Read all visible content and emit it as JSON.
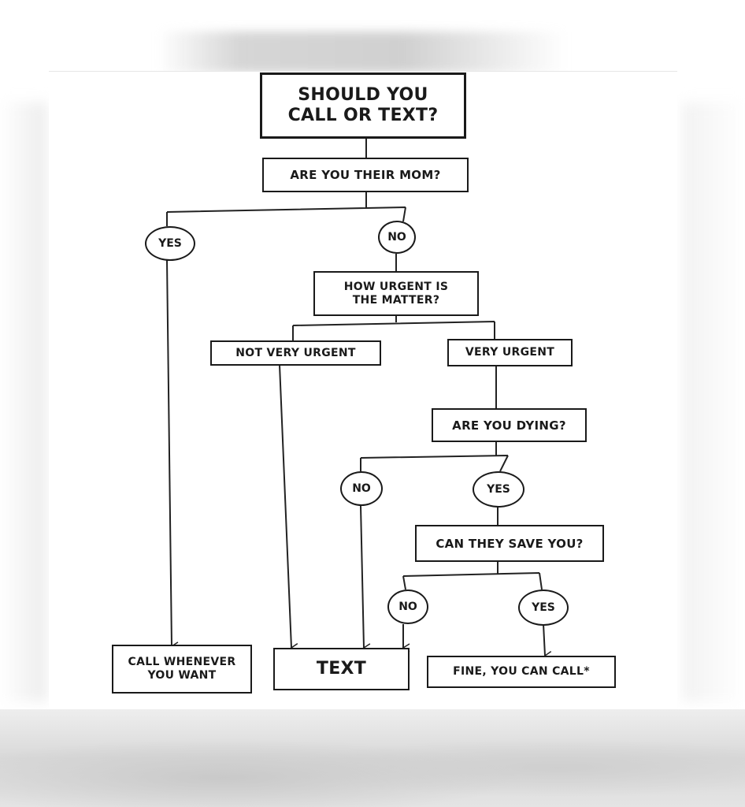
{
  "title": {
    "line1": "SHOULD YOU",
    "line2": "CALL OR TEXT?"
  },
  "nodes": {
    "mom_question": "ARE YOU THEIR MOM?",
    "mom_yes": "YES",
    "mom_no": "NO",
    "urgency_question": {
      "line1": "HOW URGENT IS",
      "line2": "THE MATTER?"
    },
    "not_very_urgent": "NOT VERY URGENT",
    "very_urgent": "VERY URGENT",
    "dying_question": "ARE YOU DYING?",
    "dying_no": "NO",
    "dying_yes": "YES",
    "save_question": "CAN THEY SAVE YOU?",
    "save_no": "NO",
    "save_yes": "YES",
    "outcome_call_whenever": {
      "line1": "CALL WHENEVER",
      "line2": "YOU WANT"
    },
    "outcome_text": "TEXT",
    "outcome_fine": "FINE, YOU CAN CALL*"
  }
}
